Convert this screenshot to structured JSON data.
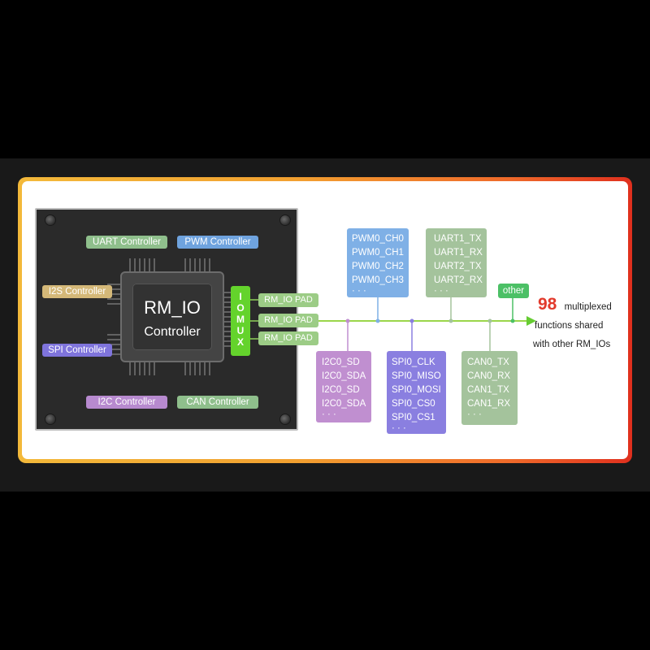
{
  "chip": {
    "line1": "RM_IO",
    "line2": "Controller"
  },
  "controllers": {
    "uart": "UART Controller",
    "pwm": "PWM Controller",
    "i2s": "I2S Controller",
    "spi": "SPI Controller",
    "i2c": "I2C Controller",
    "can": "CAN Controller"
  },
  "iomux_letters": [
    "I",
    "O",
    "M",
    "U",
    "X"
  ],
  "pads": [
    "RM_IO PAD",
    "RM_IO PAD",
    "RM_IO PAD"
  ],
  "groups": {
    "pwm": {
      "items": [
        "PWM0_CH0",
        "PWM0_CH1",
        "PWM0_CH2",
        "PWM0_CH3"
      ],
      "more": "· · ·"
    },
    "uart": {
      "items": [
        "UART1_TX",
        "UART1_RX",
        "UART2_TX",
        "UART2_RX"
      ],
      "more": "· · ·"
    },
    "i2c": {
      "items": [
        "I2C0_SD",
        "I2C0_SDA",
        "I2C0_SD",
        "I2C0_SDA"
      ],
      "more": "· · ·"
    },
    "spi": {
      "items": [
        "SPI0_CLK",
        "SPI0_MISO",
        "SPI0_MOSI",
        "SPI0_CS0",
        "SPI0_CS1"
      ],
      "more": "· · ·"
    },
    "can": {
      "items": [
        "CAN0_TX",
        "CAN0_RX",
        "CAN1_TX",
        "CAN1_RX"
      ],
      "more": "· · ·"
    }
  },
  "other_label": "other",
  "note": {
    "count": "98",
    "line1": "multiplexed",
    "line2": "functions shared",
    "line3": "with other RM_IOs"
  },
  "colors": {
    "uart_ctrl": "#8fbf8c",
    "pwm_ctrl": "#6fa3de",
    "i2s_ctrl": "#d4b878",
    "spi_ctrl": "#7f74dc",
    "i2c_ctrl": "#b78acf",
    "can_ctrl": "#8fbf8c",
    "iomux": "#64d32c",
    "bus": "#9bd64a",
    "pwm_box": "#7fb0e6",
    "uart_box": "#a4c39c",
    "i2c_box": "#c08fd0",
    "spi_box": "#8a7fe0",
    "can_box": "#a4c39c",
    "other": "#4cc066",
    "highlight": "#e23a2c"
  }
}
